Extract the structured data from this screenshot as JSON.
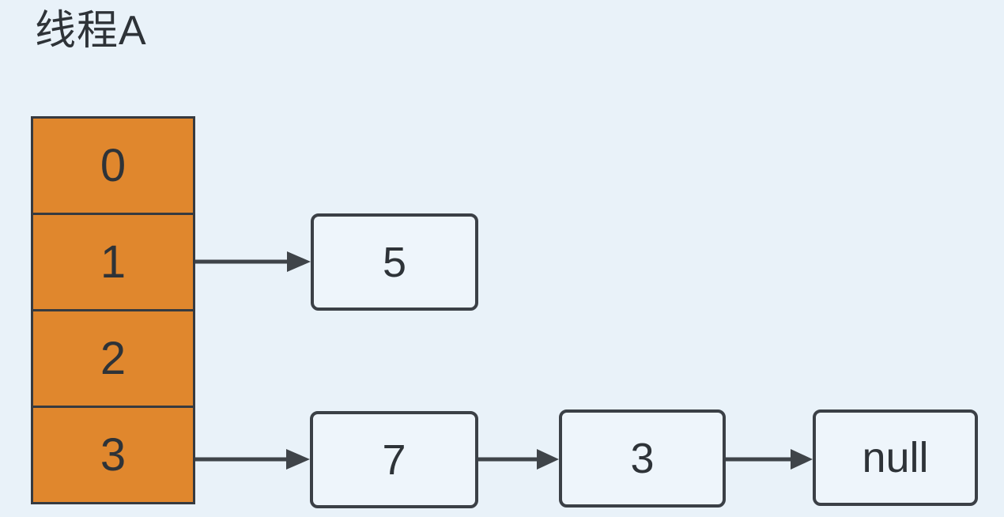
{
  "title": "线程A",
  "bucket_array": {
    "cells": [
      {
        "index": "0"
      },
      {
        "index": "1"
      },
      {
        "index": "2"
      },
      {
        "index": "3"
      }
    ]
  },
  "nodes": [
    {
      "value": "5"
    },
    {
      "value": "7"
    },
    {
      "value": "3"
    },
    {
      "value": "null"
    }
  ],
  "links": [
    "bucket-1 -> node-5",
    "bucket-3 -> node-7",
    "node-7 -> node-3",
    "node-3 -> node-null"
  ],
  "colors": {
    "background": "#e9f2f9",
    "bucket_fill": "#e0872d",
    "outline": "#363a40",
    "node_border": "#3b4046",
    "node_fill": "#eef5fb",
    "arrow": "#3f4449",
    "text": "#2e3338"
  }
}
